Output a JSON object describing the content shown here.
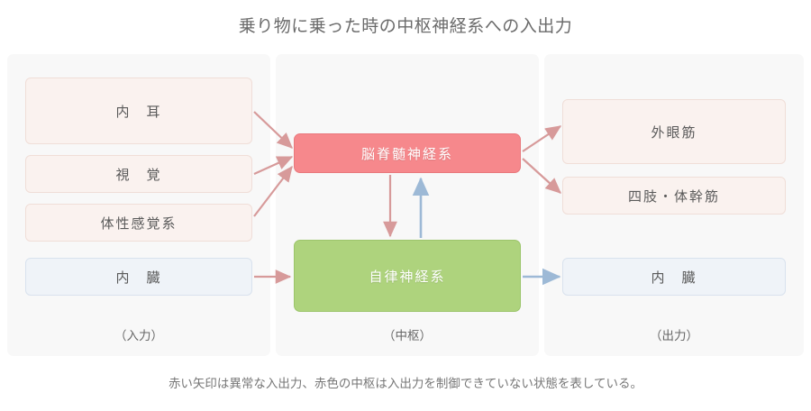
{
  "title": "乗り物に乗った時の中枢神経系への入出力",
  "caption": "赤い矢印は異常な入出力、赤色の中枢は入出力を制御できていない状態を表している。",
  "colors": {
    "abnormal_arrow": "#d79a9a",
    "normal_arrow": "#9db9d6",
    "central_uncontrolled": "#f6888c",
    "central_normal": "#aed37d",
    "sensory_box": "#faf2ef",
    "visceral_box": "#eff3f8",
    "panel_bg": "#f8f8f8"
  },
  "columns": {
    "input": {
      "label": "（入力）",
      "nodes": [
        {
          "id": "inner-ear",
          "label": "内　耳",
          "style": "pink"
        },
        {
          "id": "vision",
          "label": "視　覚",
          "style": "pink"
        },
        {
          "id": "somatosensory",
          "label": "体性感覚系",
          "style": "pink"
        },
        {
          "id": "viscera-in",
          "label": "内　臓",
          "style": "blue"
        }
      ]
    },
    "center": {
      "label": "（中枢）",
      "nodes": [
        {
          "id": "cerebrospinal",
          "label": "脳脊髄神経系",
          "style": "red"
        },
        {
          "id": "autonomic",
          "label": "自律神経系",
          "style": "green"
        }
      ]
    },
    "output": {
      "label": "（出力）",
      "nodes": [
        {
          "id": "extraocular",
          "label": "外眼筋",
          "style": "pink"
        },
        {
          "id": "limb-trunk",
          "label": "四肢・体幹筋",
          "style": "pink"
        },
        {
          "id": "viscera-out",
          "label": "内　臓",
          "style": "blue"
        }
      ]
    }
  },
  "edges": [
    {
      "from": "inner-ear",
      "to": "cerebrospinal",
      "type": "abnormal"
    },
    {
      "from": "vision",
      "to": "cerebrospinal",
      "type": "abnormal"
    },
    {
      "from": "somatosensory",
      "to": "cerebrospinal",
      "type": "abnormal"
    },
    {
      "from": "viscera-in",
      "to": "autonomic",
      "type": "abnormal"
    },
    {
      "from": "cerebrospinal",
      "to": "autonomic",
      "type": "abnormal"
    },
    {
      "from": "autonomic",
      "to": "cerebrospinal",
      "type": "normal"
    },
    {
      "from": "cerebrospinal",
      "to": "extraocular",
      "type": "abnormal"
    },
    {
      "from": "cerebrospinal",
      "to": "limb-trunk",
      "type": "abnormal"
    },
    {
      "from": "autonomic",
      "to": "viscera-out",
      "type": "normal"
    }
  ]
}
